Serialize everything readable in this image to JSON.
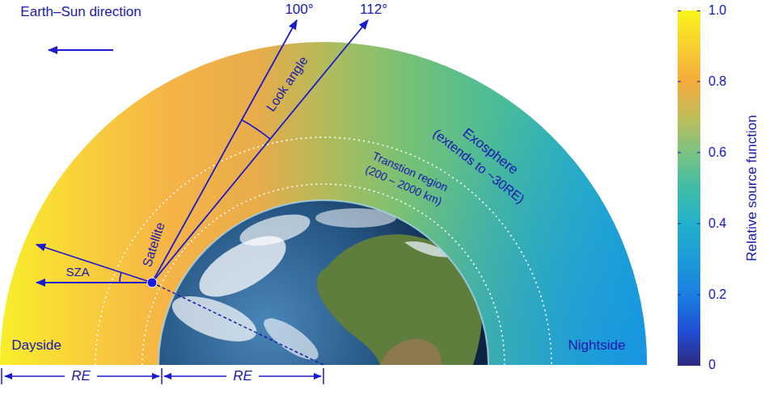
{
  "diagram": {
    "labels": [
      "Earth–Sun direction",
      "100°",
      "112°",
      "Look angle",
      "Exosphere",
      "(extends to ~30RE)",
      "Transtion region",
      "(200 – 2000 km)",
      "Satellite",
      "SZA",
      "Dayside",
      "Nightside",
      "RE",
      "RE",
      "1.0",
      "0.8",
      "0.6",
      "0.4",
      "0.2",
      "0",
      "Relative source function"
    ]
  }
}
